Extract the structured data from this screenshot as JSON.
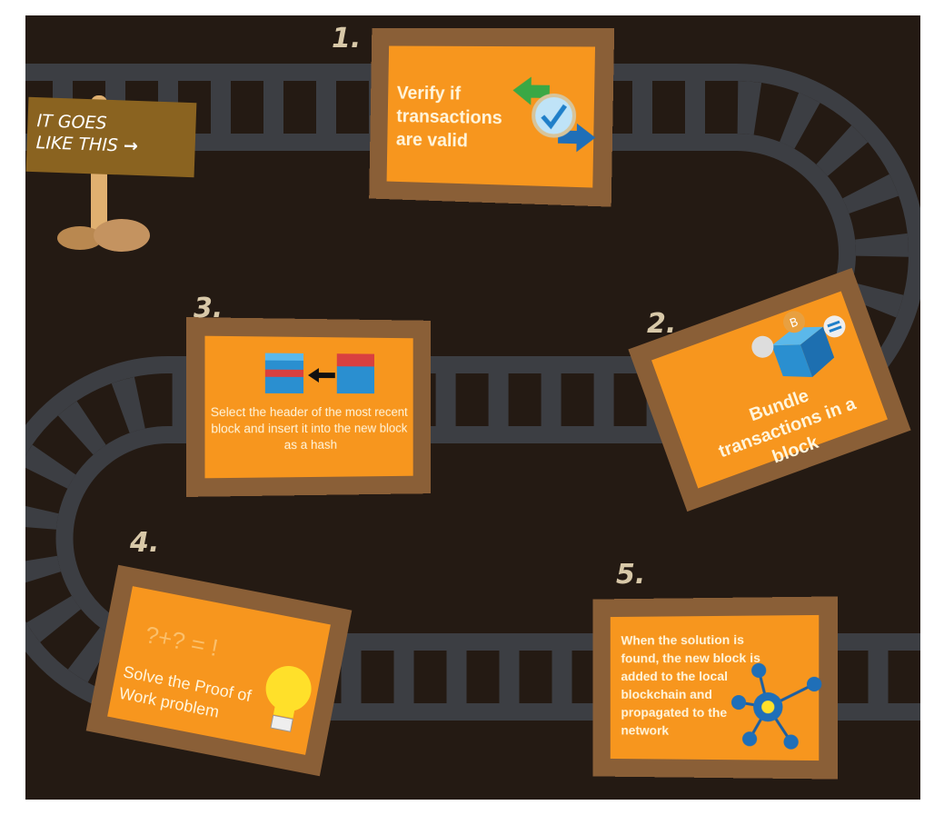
{
  "sign": {
    "line1": "IT GOES",
    "line2": "LIKE THIS",
    "arrow": "→"
  },
  "steps": [
    {
      "number": "1.",
      "text": "Verify if transactions are valid",
      "icon": "verify-exchange-icon"
    },
    {
      "number": "2.",
      "text": "Bundle transactions in a block",
      "icon": "bitcoin-block-icon"
    },
    {
      "number": "3.",
      "text": "Select the header of the most recent block and insert it into the new block as a hash",
      "icon": "block-header-hash-icon"
    },
    {
      "number": "4.",
      "text": "Solve the Proof of Work problem",
      "puzzle": "?+? = !",
      "icon": "lightbulb-icon"
    },
    {
      "number": "5.",
      "text": "When the solution is found, the new block is added to the local blockchain and propagated to the network",
      "icon": "network-icon"
    }
  ],
  "colors": {
    "background": "#241a13",
    "card": "#f7961e",
    "frame": "#8a5f37",
    "track": "#3c3e43"
  }
}
